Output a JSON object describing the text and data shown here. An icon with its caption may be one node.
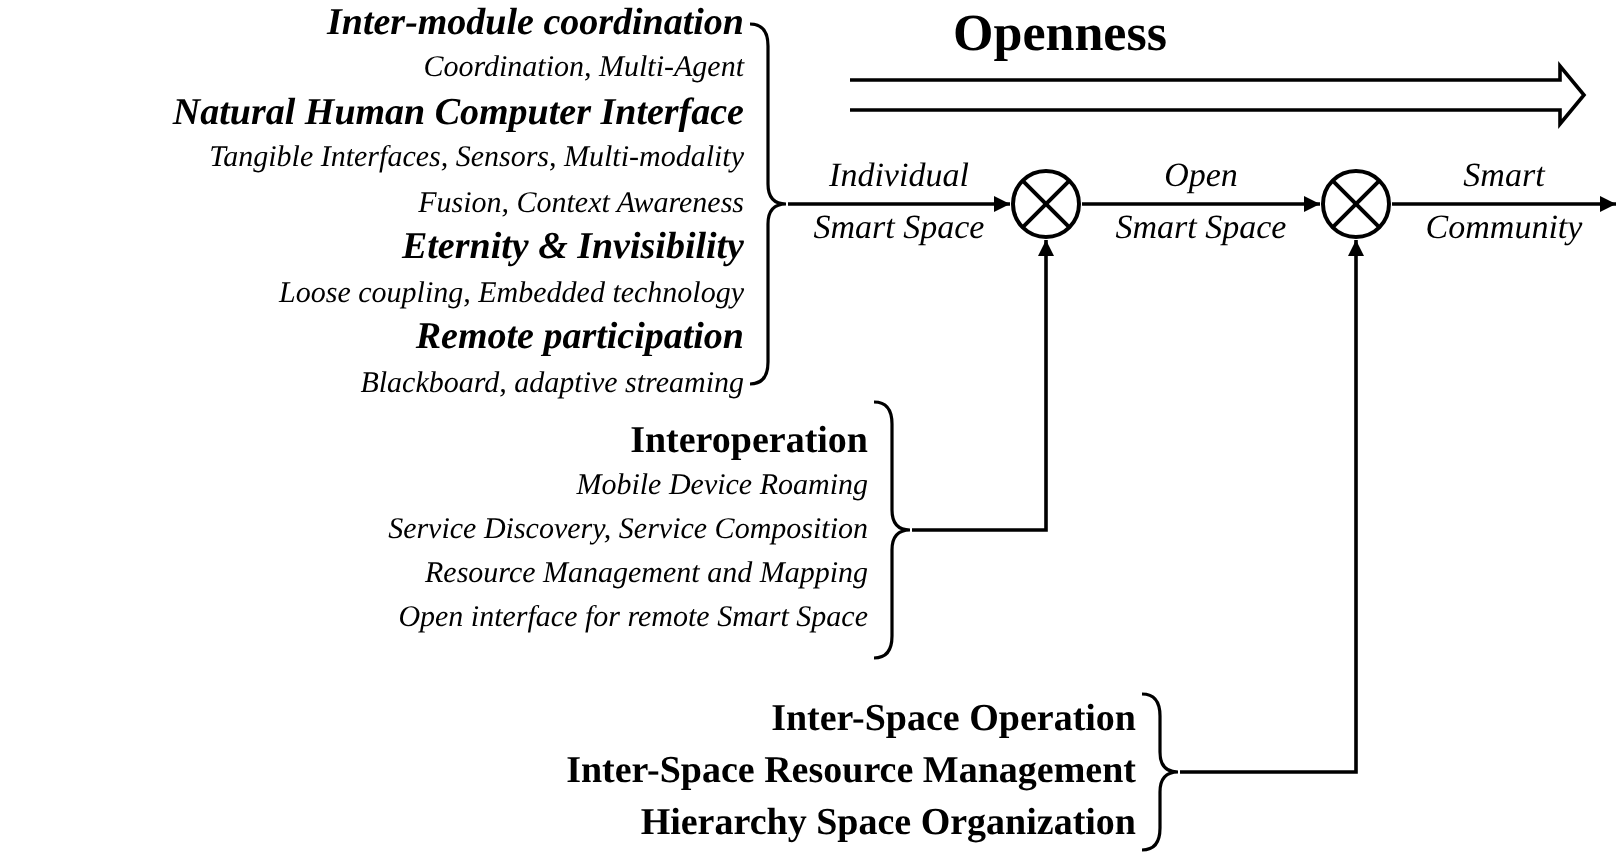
{
  "diagram": {
    "nodes": [
      {
        "text": [
          "Inter-module coordination",
          "Coordination, Multi-Agent",
          "Natural Human Computer Interface",
          "Tangible Interfaces, Sensors, Multi-modality Fusion, Context Awareness",
          "Eternity & Invisibility",
          "Loose coupling, Embedded technology",
          "Remote participation",
          "Blackboard, adaptive streaming"
        ]
      },
      {
        "text": [],
        "shape": "circle"
      },
      {
        "text": [],
        "shape": "circle"
      },
      {
        "text": [
          "Interoperation",
          "Mobile Device Roaming",
          "Service Discovery, Service Composition",
          "Resource Management and Mapping",
          "Open interface for remote Smart Space"
        ]
      },
      {
        "text": [
          "Inter-Space Operation",
          "Inter-Space Resource Management",
          "Hierarchy Space Organization"
        ]
      }
    ],
    "edges": [
      {
        "from": 0,
        "to": 1,
        "arrow": "to",
        "label": "Individual Smart Space"
      },
      {
        "from": 1,
        "to": 2,
        "arrow": "to",
        "label": "Open Smart Space"
      },
      {
        "from": 2,
        "to": null,
        "arrow": "to",
        "label": "Smart Community"
      },
      {
        "from": 3,
        "to": 1,
        "arrow": "to"
      },
      {
        "from": 4,
        "to": 2,
        "arrow": "to"
      }
    ],
    "labels": [
      "Openness"
    ]
  }
}
